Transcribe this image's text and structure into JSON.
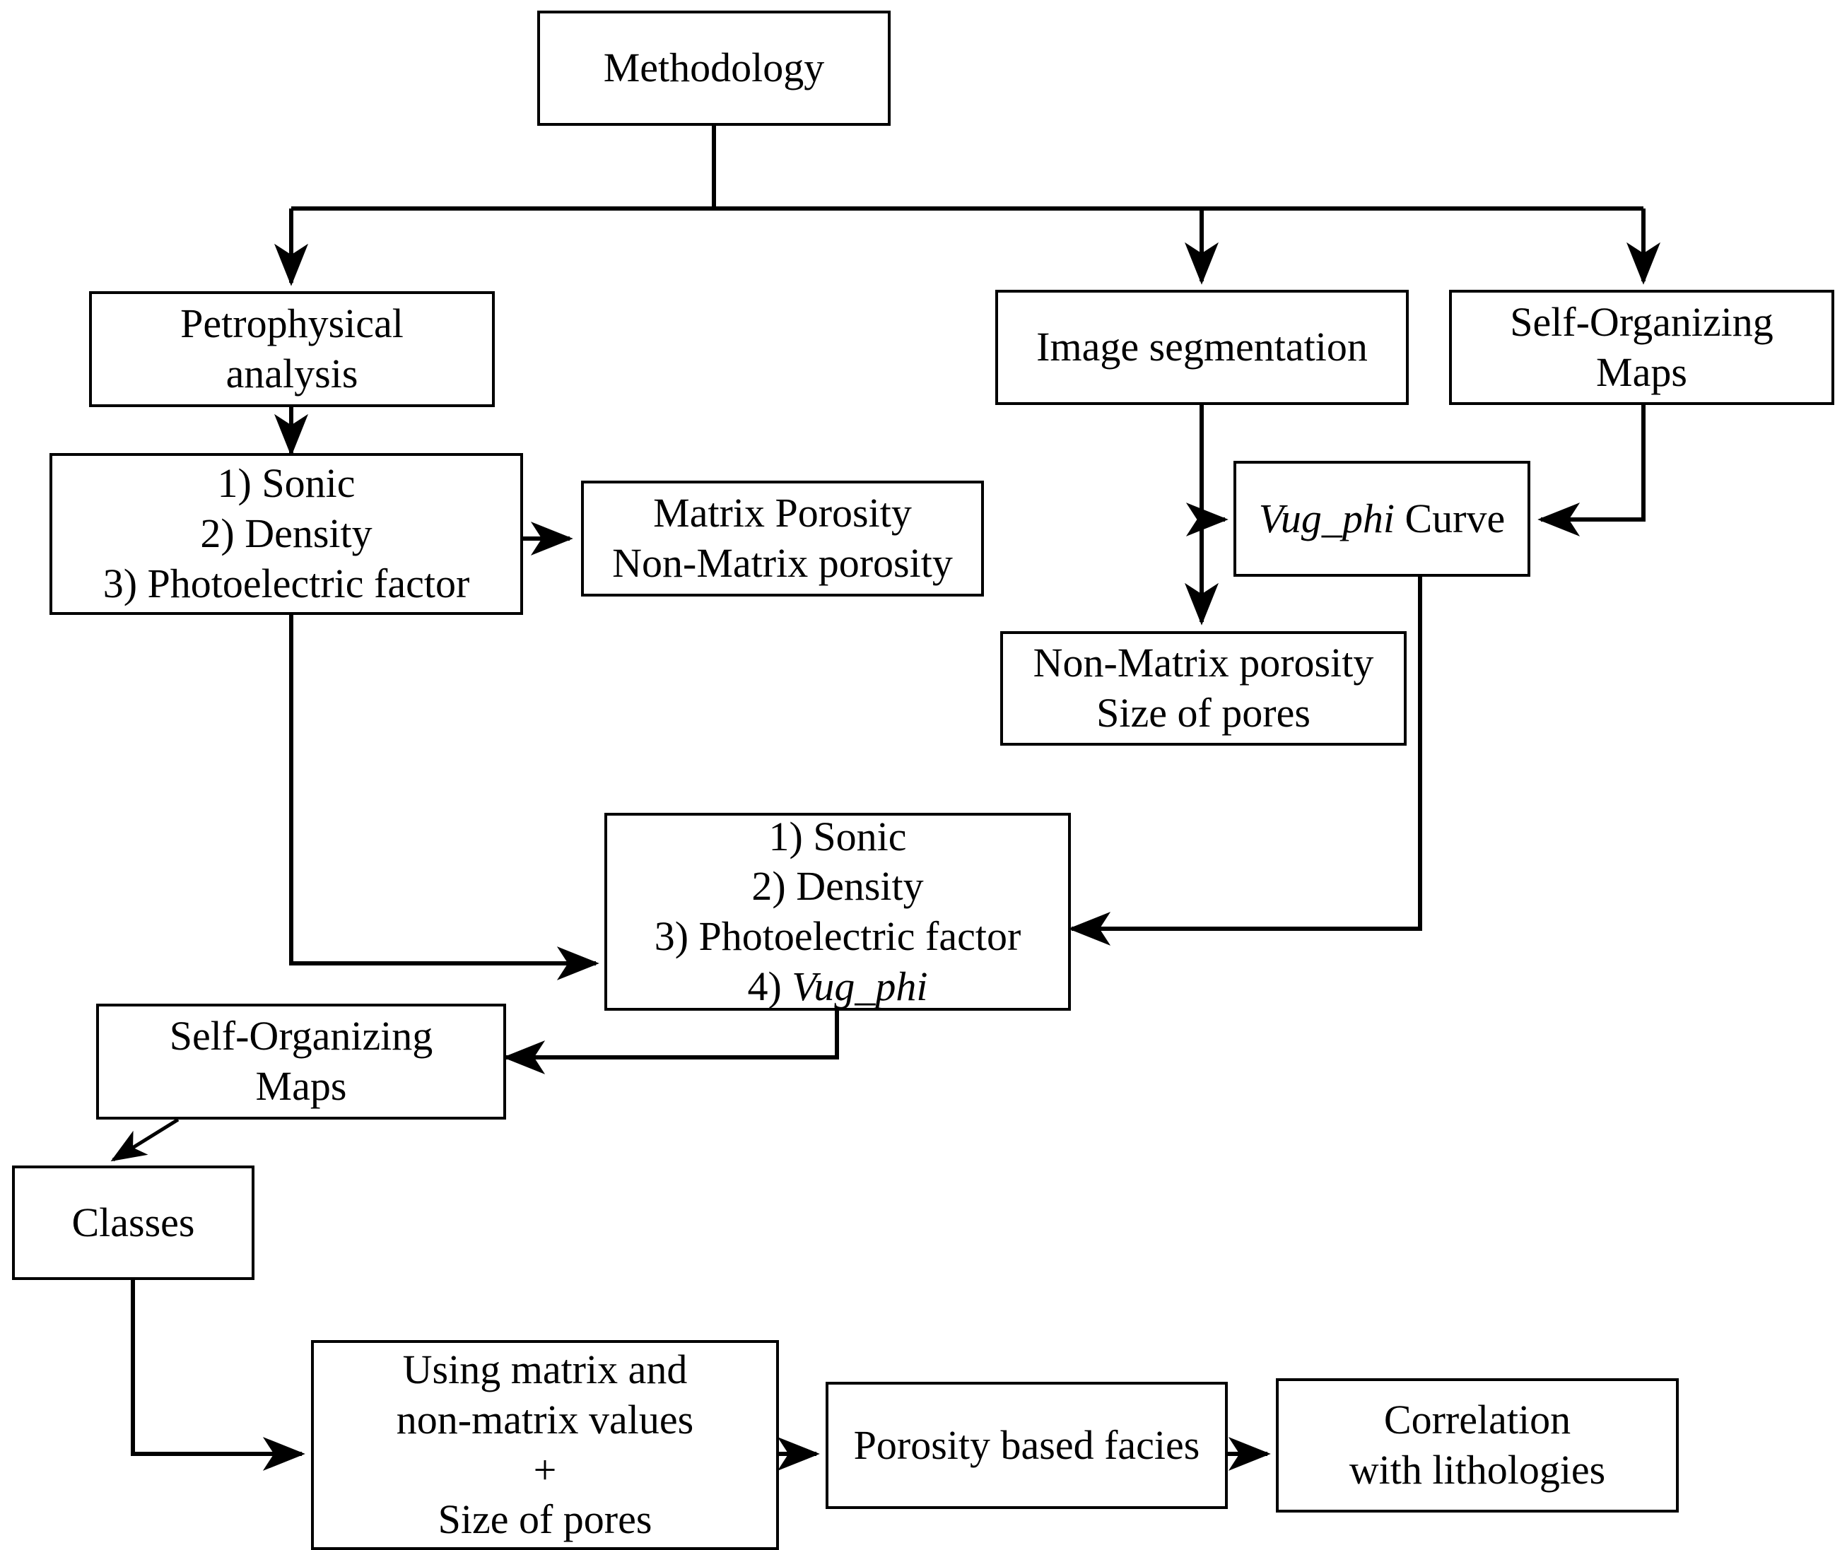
{
  "diagram": {
    "title": "Methodology",
    "type": "flowchart",
    "nodes": {
      "methodology": {
        "label": "Methodology"
      },
      "petrophysical_analysis": {
        "line1": "Petrophysical",
        "line2": "analysis"
      },
      "image_segmentation": {
        "label": "Image segmentation"
      },
      "som_top": {
        "line1": "Self-Organizing",
        "line2": "Maps"
      },
      "logs_three": {
        "line1": "1) Sonic",
        "line2": "2) Density",
        "line3": "3) Photoelectric factor"
      },
      "matrix_porosity": {
        "line1": "Matrix Porosity",
        "line2": "Non-Matrix porosity"
      },
      "vug_phi_curve": {
        "italic": "Vug_phi",
        "rest": " Curve"
      },
      "non_matrix_porosity": {
        "line1": "Non-Matrix porosity",
        "line2": "Size of pores"
      },
      "logs_four": {
        "line1": "1) Sonic",
        "line2": "2) Density",
        "line3": "3) Photoelectric factor",
        "line4_prefix": "4) ",
        "line4_italic": "Vug_phi"
      },
      "som_bottom": {
        "line1": "Self-Organizing",
        "line2": "Maps"
      },
      "classes": {
        "label": "Classes"
      },
      "using_values": {
        "line1": "Using matrix and",
        "line2": "non-matrix values",
        "line3": "+",
        "line4": "Size of pores"
      },
      "porosity_based_facies": {
        "label": "Porosity based facies"
      },
      "correlation_lithologies": {
        "line1": "Correlation",
        "line2": "with lithologies"
      }
    },
    "colors": {
      "line": "#000000",
      "box_fill": "#ffffff",
      "text": "#000000"
    }
  }
}
